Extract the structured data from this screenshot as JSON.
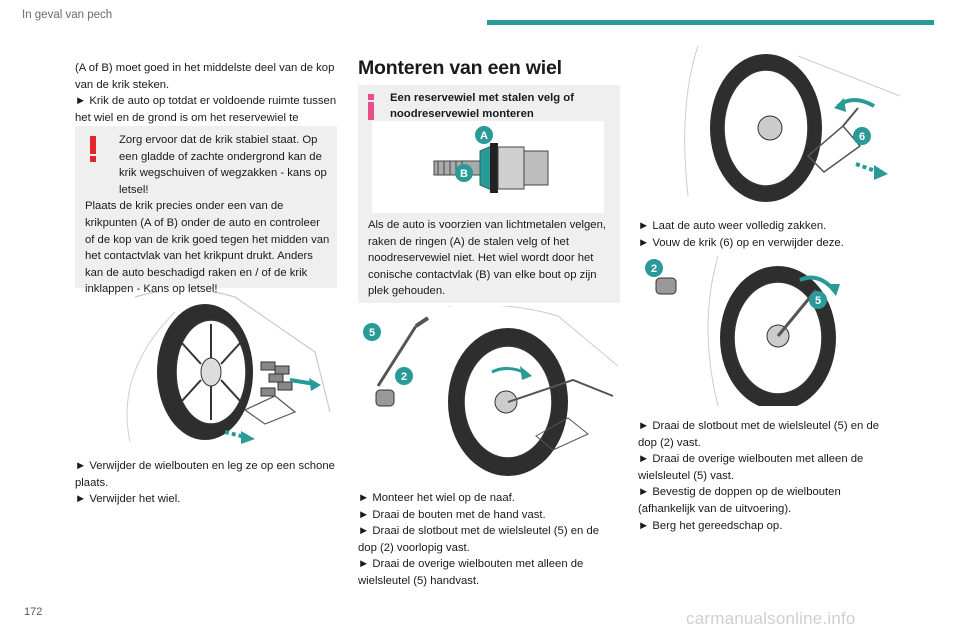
{
  "header": {
    "section": "In geval van pech",
    "accent": "#2a9a98"
  },
  "page_number": "172",
  "watermark": "carmanualsonline.info",
  "col1": {
    "intro_1": "(A of B) moet goed in het middelste deel van de kop van de krik steken.",
    "step_1": "► Krik de auto op totdat er voldoende ruimte tussen het wiel en de grond is om het reservewiel te monteren.",
    "warning": {
      "icon": "warning-exclamation-icon",
      "line1": "Zorg ervoor dat de krik stabiel staat. Op een gladde of zachte ondergrond kan de krik wegschuiven of wegzakken - kans op letsel!",
      "line2": "Plaats de krik precies onder een van de krikpunten (A of B) onder de auto en controleer of de kop van de krik goed tegen het midden van het contactvlak van het krikpunt drukt. Anders kan de auto beschadigd raken en / of de krik inklappen - Kans op letsel!"
    },
    "step_2": "► Verwijder de wielbouten en leg ze op een schone plaats.",
    "step_3": "► Verwijder het wiel."
  },
  "col2": {
    "heading": "Monteren van een wiel",
    "info": {
      "title": "Een reservewiel met stalen velg of noodreservewiel monteren",
      "text": "Als de auto is voorzien van lichtmetalen velgen, raken de ringen (A) de stalen velg of het noodreservewiel niet. Het wiel wordt door het conische contactvlak (B) van elke bout op zijn plek gehouden.",
      "labels": {
        "a": "A",
        "b": "B"
      }
    },
    "fig_labels": {
      "wrench": "5",
      "cap": "2"
    },
    "step_1": "► Monteer het wiel op de naaf.",
    "step_2": "► Draai de bouten met de hand vast.",
    "step_3": "► Draai de slotbout met de wielsleutel (5) en de dop (2) voorlopig vast.",
    "step_4": "► Draai de overige wielbouten met alleen de wielsleutel (5) handvast."
  },
  "col3": {
    "fig1_label": "6",
    "step_1": "► Laat de auto weer volledig zakken.",
    "step_2": "► Vouw de krik (6) op en verwijder deze.",
    "fig2_labels": {
      "cap": "2",
      "wrench": "5"
    },
    "step_3": "► Draai de slotbout met de wielsleutel (5) en de dop (2) vast.",
    "step_4": "► Draai de overige wielbouten met alleen de wielsleutel (5) vast.",
    "step_5": "► Bevestig de doppen op de wielbouten (afhankelijk van de uitvoering).",
    "step_6": "► Berg het gereedschap op."
  },
  "colors": {
    "warning_red": "#e3262b",
    "info_pink": "#e84e8a",
    "label_teal": "#2a9a98",
    "arrow_teal": "#2a9a98"
  }
}
